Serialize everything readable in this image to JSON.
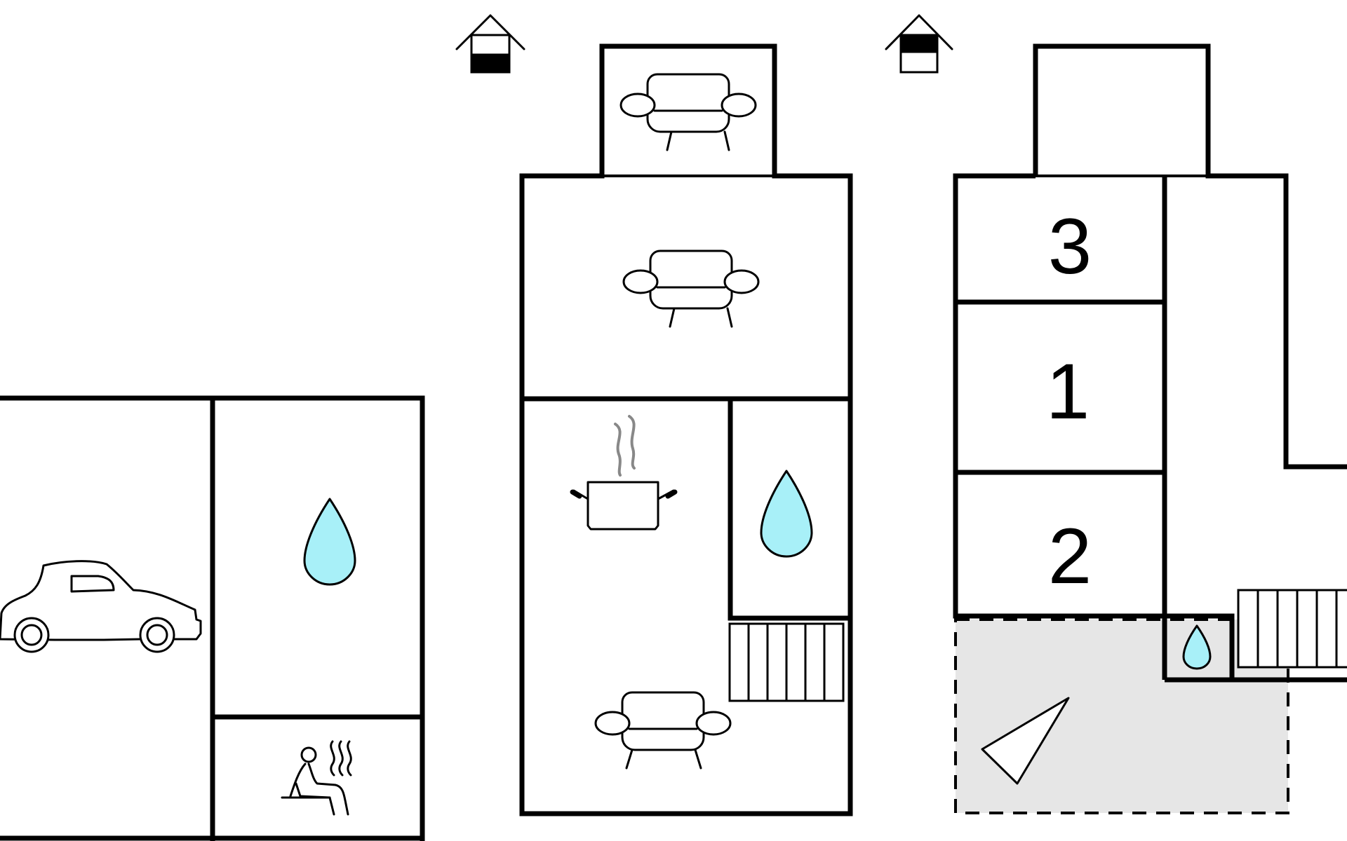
{
  "colors": {
    "wall": "#000000",
    "water": "#a8f0f8",
    "terrace": "#e6e6e6",
    "steam": "#888888",
    "background": "#ffffff"
  },
  "icons": [
    "car-icon",
    "water-drop-icon",
    "sauna-icon",
    "sofa-icon",
    "cooking-pot-icon",
    "stairs-icon",
    "floor-level-icon",
    "north-arrow-icon"
  ],
  "floor_plan": {
    "room_numbers": {
      "room_3": "3",
      "room_1": "1",
      "room_2": "2"
    }
  }
}
